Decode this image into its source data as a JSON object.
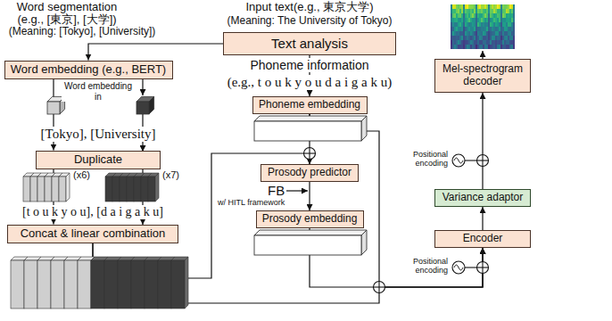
{
  "diagram": {
    "nodes": [
      {
        "text": [
          "Text analysis"
        ]
      },
      {
        "text": [
          "Word embedding (e.g., BERT)"
        ]
      },
      {
        "text": [
          "Duplicate"
        ]
      },
      {
        "text": [
          "Concat & linear combination"
        ]
      },
      {
        "text": [
          "Phoneme embedding"
        ]
      },
      {
        "text": [
          "Prosody predictor"
        ]
      },
      {
        "text": [
          "Prosody embedding"
        ]
      },
      {
        "text": [
          "Mel-spectrogram decoder"
        ]
      },
      {
        "text": [
          "Variance adaptor"
        ]
      },
      {
        "text": [
          "Encoder"
        ]
      }
    ],
    "edges": [
      {
        "from": 0,
        "to": 1,
        "arrow": "to"
      },
      {
        "from": 0,
        "to": 4,
        "arrow": "to"
      },
      {
        "from": 1,
        "to": 2,
        "arrow": "to"
      },
      {
        "from": 2,
        "to": 3,
        "arrow": "to"
      },
      {
        "from": 4,
        "to": 5,
        "arrow": "to"
      },
      {
        "from": 3,
        "to": 5,
        "arrow": "to"
      },
      {
        "from": 5,
        "to": 6,
        "arrow": "to"
      },
      {
        "from": 6,
        "to": 9,
        "arrow": "to"
      },
      {
        "from": 4,
        "to": 9,
        "arrow": "to"
      },
      {
        "from": 3,
        "to": 9,
        "arrow": "to"
      },
      {
        "from": 9,
        "to": 8,
        "arrow": "to"
      },
      {
        "from": 8,
        "to": 7,
        "arrow": "to"
      }
    ],
    "labels": [
      "Word segmentation",
      "(e.g., [東京], [大学])",
      "(Meaning: [Tokyo], [University])",
      "Input text(e.g., 東京大学)",
      "(Meaning: The University of Tokyo)",
      "Phoneme information",
      "(e.g., t o u k y o u d a i g a k u)",
      "Word embedding in",
      "[Tokyo], [University]",
      "(x6)",
      "(x7)",
      "[t o u k y o u], [d a i g a k u]",
      "FB",
      "w/ HITL framework",
      "Positional encoding",
      "Positional encoding"
    ]
  }
}
